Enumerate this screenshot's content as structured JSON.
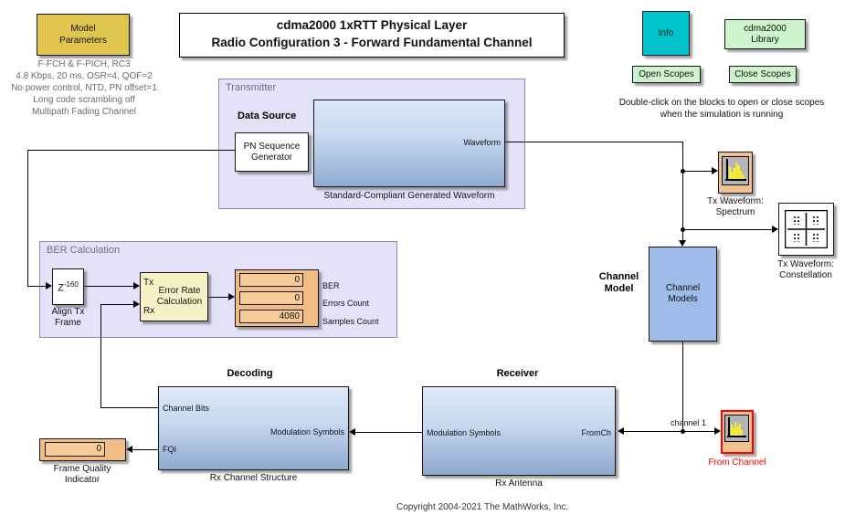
{
  "title": {
    "line1": "cdma2000 1xRTT Physical Layer",
    "line2": "Radio Configuration 3 - Forward Fundamental Channel"
  },
  "model_parameters": {
    "label": "Model Parameters",
    "notes": [
      "F-FCH & F-PICH, RC3",
      "4.8 Kbps, 20 ms, OSR=4, QOF=2",
      "No power control, NTD, PN offset=1",
      "Long code scrambling off",
      "Multipath Fading Channel"
    ]
  },
  "info_block": {
    "label": "Info"
  },
  "library_block": {
    "line1": "cdma2000",
    "line2": "Library"
  },
  "buttons": {
    "open_scopes": "Open Scopes",
    "close_scopes": "Close Scopes"
  },
  "scope_hint": {
    "line1": "Double-click on the blocks to open or close scopes",
    "line2": "when the simulation is running"
  },
  "transmitter": {
    "area_label": "Transmitter",
    "data_source_label": "Data Source",
    "pn_generator": {
      "line1": "PN Sequence",
      "line2": "Generator"
    },
    "waveform_block": {
      "port": "Waveform",
      "caption": "Standard-Compliant Generated Waveform"
    }
  },
  "scopes": {
    "spectrum": {
      "caption_line1": "Tx Waveform:",
      "caption_line2": "Spectrum"
    },
    "constellation": {
      "caption_line1": "Tx Waveform:",
      "caption_line2": "Constellation"
    },
    "from_channel": {
      "caption": "From Channel",
      "wire_label": "channel 1"
    }
  },
  "channel": {
    "label_line1": "Channel",
    "label_line2": "Model",
    "block_line1": "Channel",
    "block_line2": "Models"
  },
  "ber": {
    "area_label": "BER Calculation",
    "align": {
      "base": "Z",
      "exp": "-160",
      "caption_line1": "Align Tx",
      "caption_line2": "Frame"
    },
    "error_rate": {
      "port_tx": "Tx",
      "port_rx": "Rx",
      "line1": "Error Rate",
      "line2": "Calculation"
    },
    "display": {
      "values": [
        "0",
        "0",
        "4080"
      ],
      "labels": [
        "BER",
        "Errors Count",
        "Samples Count"
      ]
    }
  },
  "decoding": {
    "label": "Decoding",
    "block": {
      "port_channel_bits": "Channel Bits",
      "port_fqi": "FQI",
      "port_mod": "Modulation Symbols",
      "caption": "Rx Channel Structure"
    }
  },
  "receiver": {
    "label": "Receiver",
    "block": {
      "port_mod": "Modulation Symbols",
      "port_fromch": "FromCh",
      "caption": "Rx Antenna"
    }
  },
  "fqi_display": {
    "value": "0",
    "caption_line1": "Frame Quality",
    "caption_line2": "Indicator"
  },
  "footer": {
    "copyright": "Copyright 2004-2021 The MathWorks, Inc."
  },
  "colors": {
    "model_params_yellow": "#e0c64f",
    "area_lavender": "#e3e2f8",
    "area_border": "#8c8cad",
    "flat_block_blue": "#9dbcea",
    "gradient_top": "#dde9f8",
    "gradient_bottom": "#8fa9cf",
    "display_orange": "#f2bc85",
    "display_field_orange": "#f6cb97",
    "error_rate_yellow": "#f8f1c6",
    "scope_frame_peach": "#f1c190",
    "scope_screen_gray": "#b5b5b5",
    "scope_bars_yellow": "#f7ef2a",
    "info_cyan": "#00c4cc",
    "button_green": "#cdf4cd",
    "highlight_red": "#ff0000",
    "wire_black": "#000000"
  }
}
